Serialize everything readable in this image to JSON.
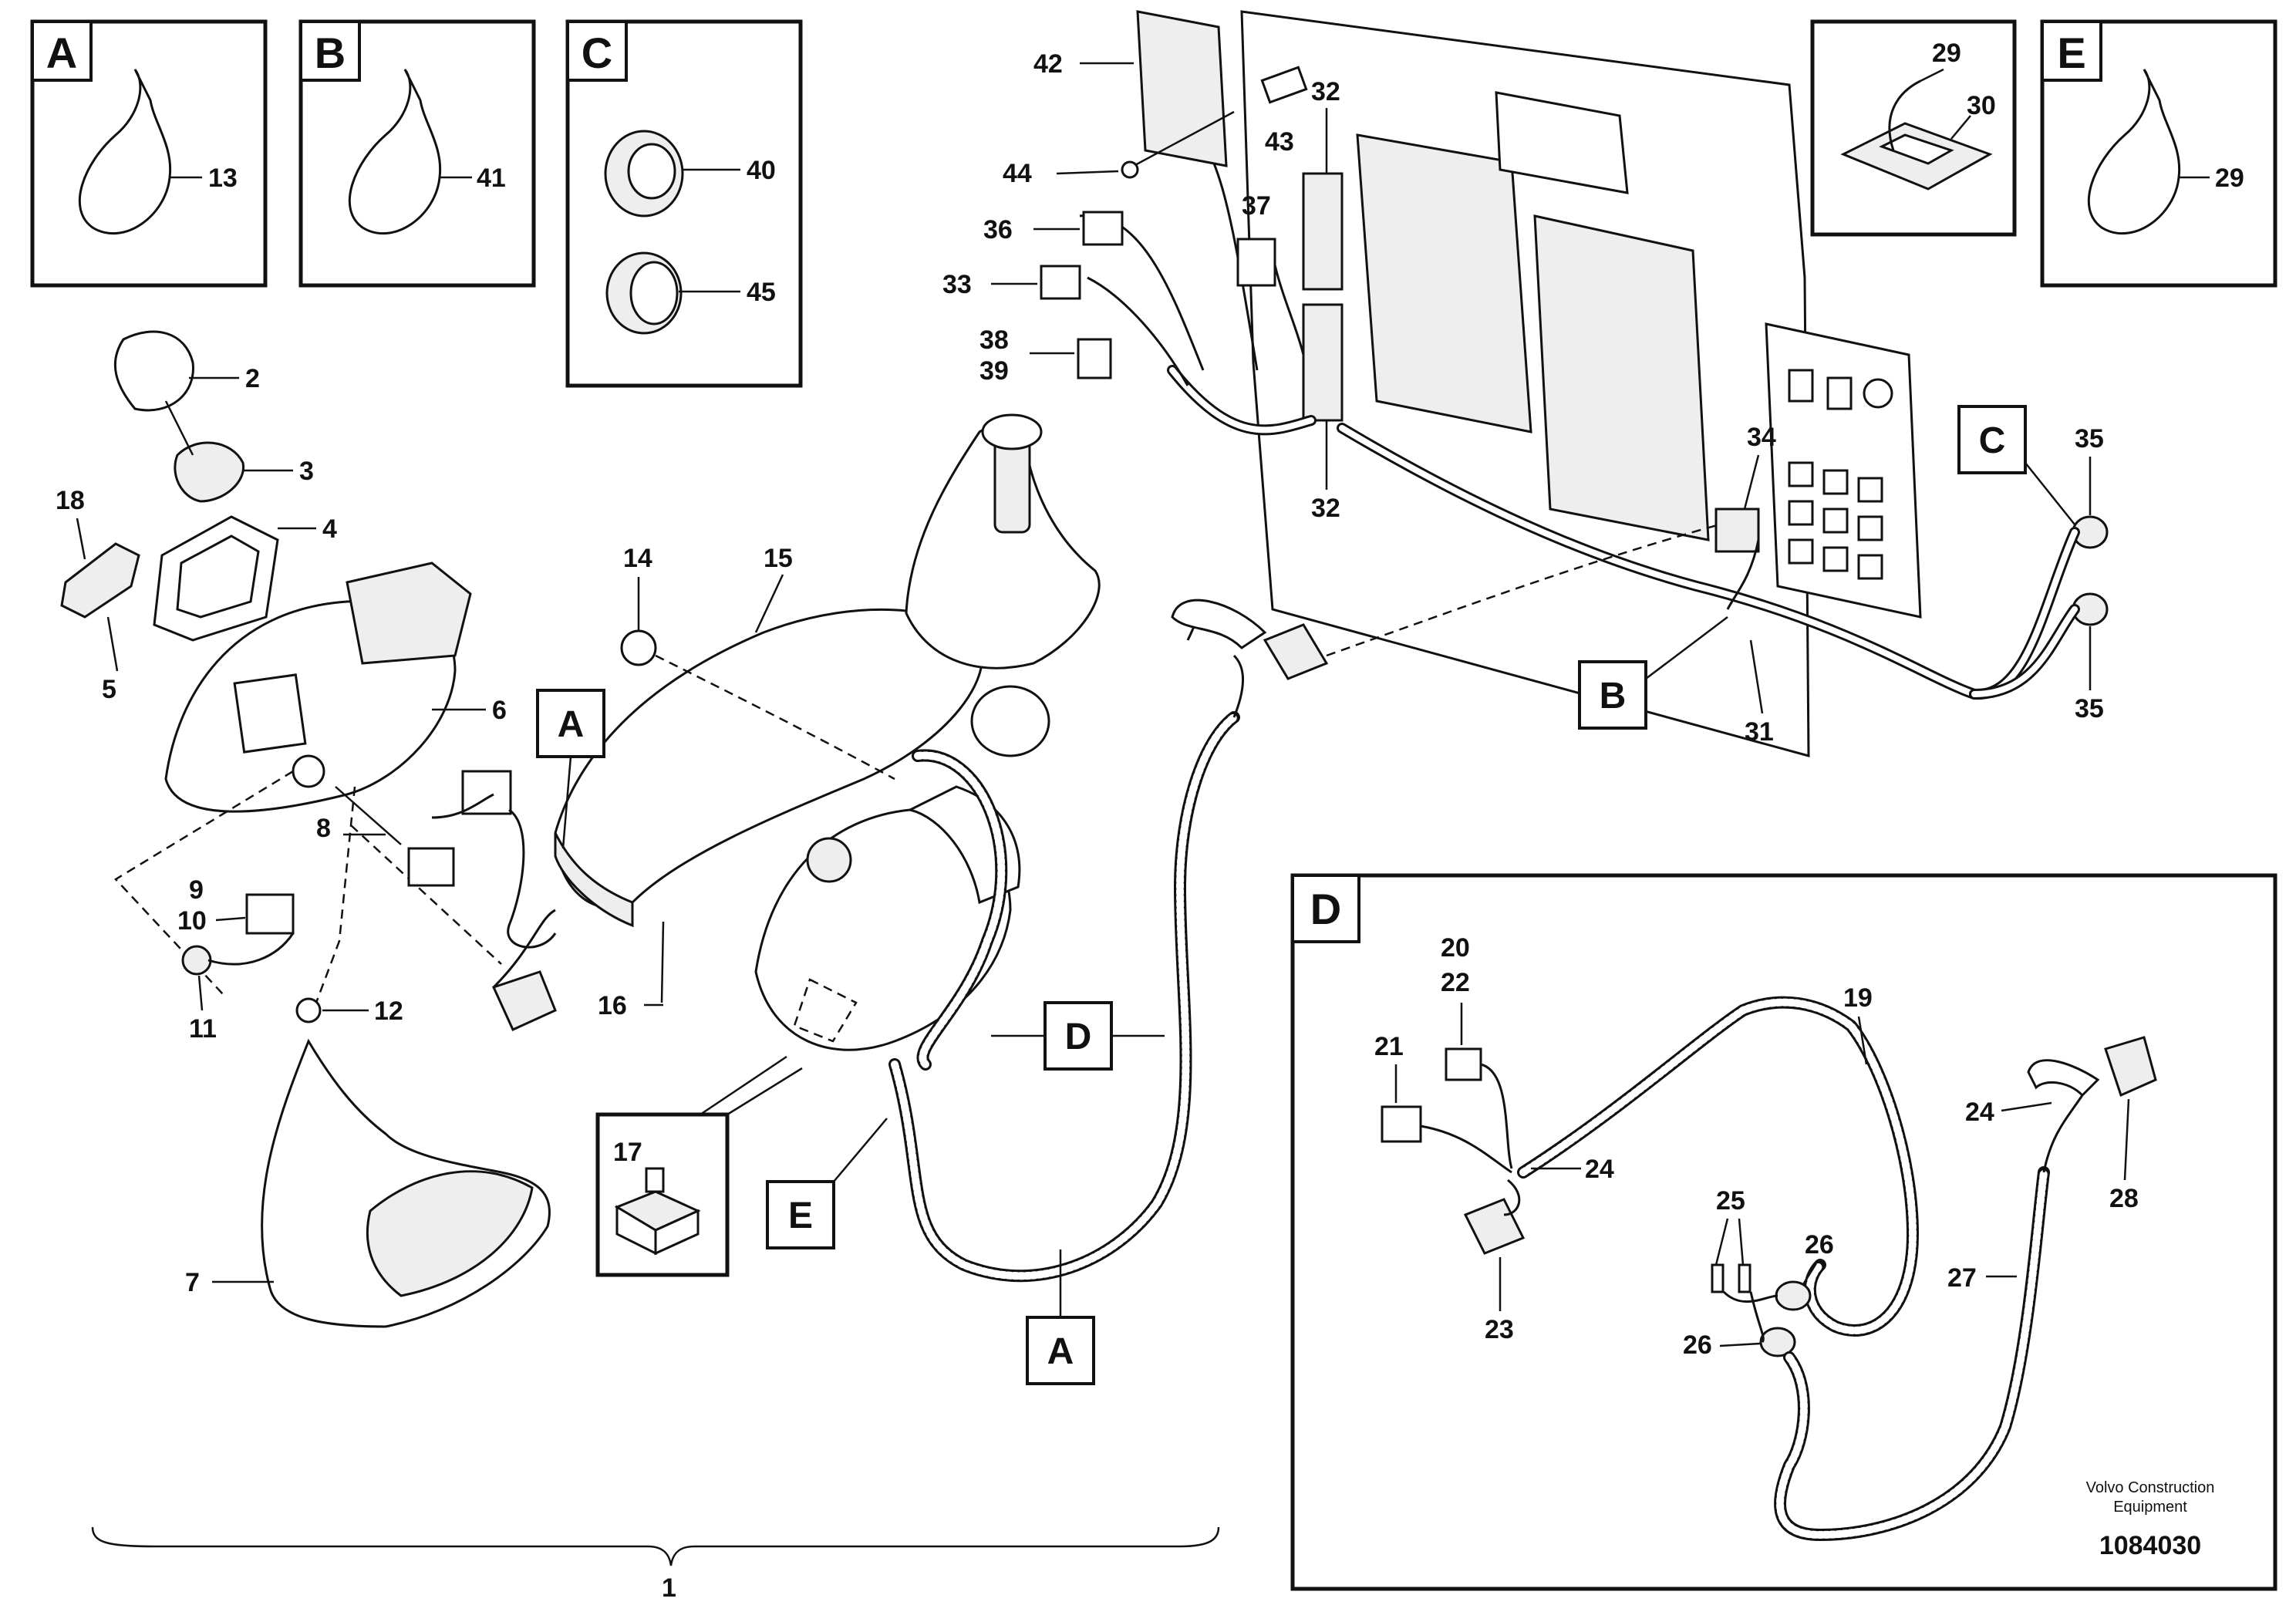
{
  "detail_boxes": [
    {
      "letter": "A",
      "part": "13"
    },
    {
      "letter": "B",
      "part": "41"
    },
    {
      "letter": "C",
      "parts": [
        "40",
        "45"
      ]
    },
    {
      "letter": "E",
      "part": "29"
    },
    {
      "parts": [
        "29",
        "30"
      ]
    },
    {
      "letter": "D"
    }
  ],
  "callouts": {
    "A1": "A",
    "A2": "A",
    "B1": "B",
    "C1": "C",
    "D1": "D",
    "E1": "E"
  },
  "labels": {
    "p1": "1",
    "p2": "2",
    "p3": "3",
    "p4": "4",
    "p5": "5",
    "p6": "6",
    "p7": "7",
    "p8": "8",
    "p9": "9",
    "p10": "10",
    "p11": "11",
    "p12": "12",
    "p13": "13",
    "p14": "14",
    "p15": "15",
    "p16": "16",
    "p17": "17",
    "p18": "18",
    "p19": "19",
    "p20": "20",
    "p21": "21",
    "p22": "22",
    "p23": "23",
    "p24a": "24",
    "p24b": "24",
    "p25": "25",
    "p26a": "26",
    "p26b": "26",
    "p27": "27",
    "p28": "28",
    "p29a": "29",
    "p29b": "29",
    "p30": "30",
    "p31": "31",
    "p32a": "32",
    "p32b": "32",
    "p33": "33",
    "p34": "34",
    "p35a": "35",
    "p35b": "35",
    "p36": "36",
    "p37": "37",
    "p38": "38",
    "p39": "39",
    "p40": "40",
    "p41": "41",
    "p42": "42",
    "p43": "43",
    "p44": "44",
    "p45": "45"
  },
  "footer": {
    "company_line1": "Volvo Construction",
    "company_line2": "Equipment",
    "document_number": "1084030"
  }
}
